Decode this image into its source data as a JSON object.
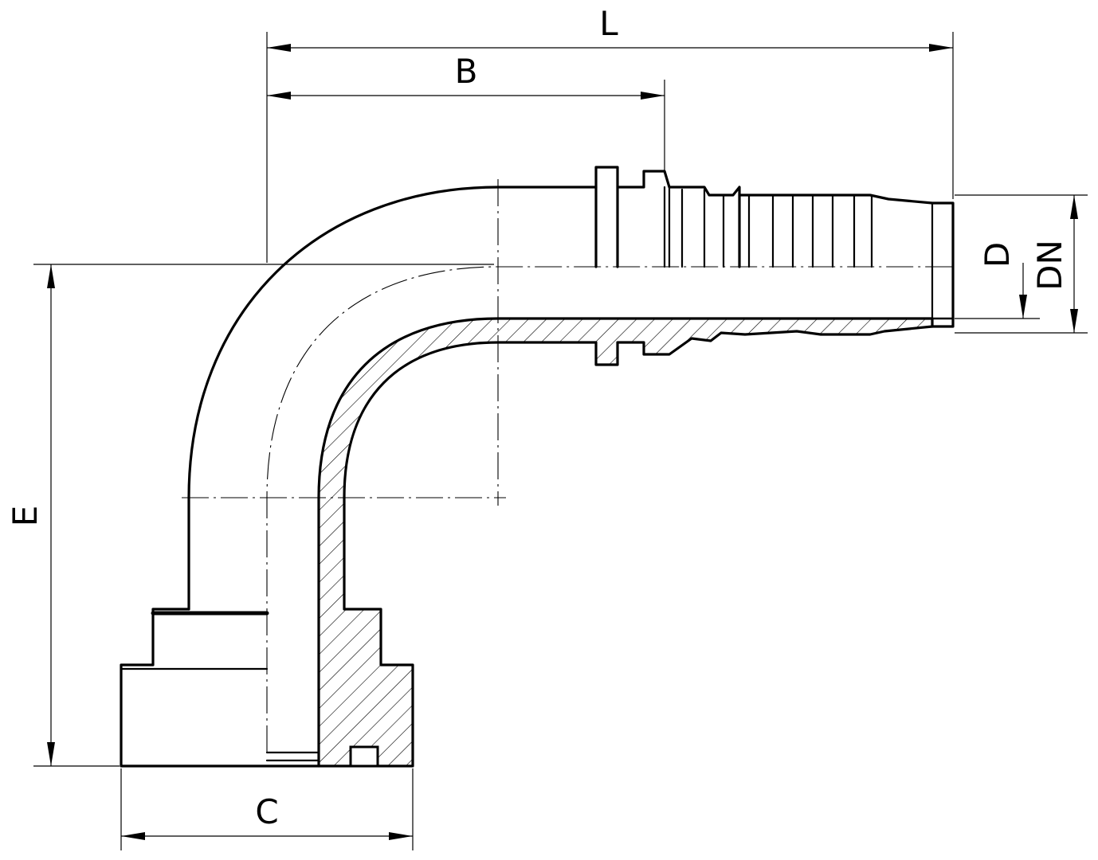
{
  "dimensions": {
    "L": "L",
    "B": "B",
    "E": "E",
    "C": "C",
    "D": "D",
    "DN": "DN"
  }
}
